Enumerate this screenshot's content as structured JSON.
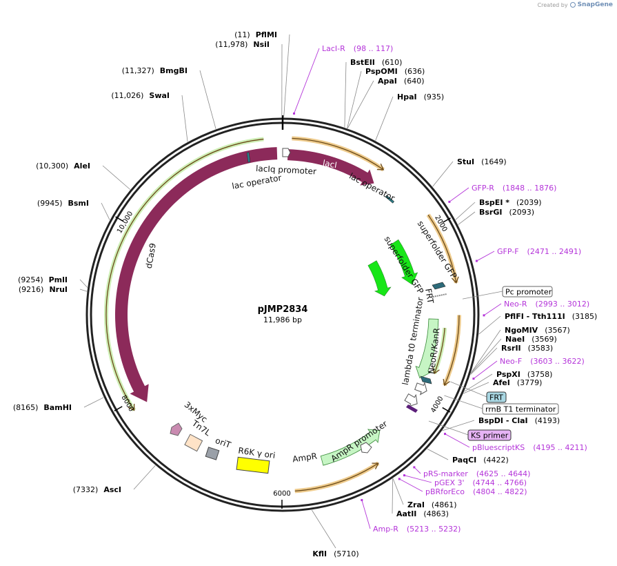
{
  "watermark": {
    "prefix": "Created by",
    "brand": "SnapGene",
    "icon": "snapgene-logo-icon"
  },
  "plasmid": {
    "name": "pJMP2834",
    "size_label": "11,986 bp",
    "length": 11986
  },
  "colors": {
    "backbone": "#000000",
    "primer": "#b434d9",
    "feature_maroon": "#8c2a5a",
    "feature_green": "#17e617",
    "neo_green": "#c6f5c4",
    "ampr_green": "#c6f5c4",
    "r6k_yellow": "#ffff00",
    "orf_orange": "#e0a030",
    "orf_lightgreen": "#a6e27a"
  },
  "ticks": [
    {
      "bp": 2000,
      "label": "2000"
    },
    {
      "bp": 4000,
      "label": "4000"
    },
    {
      "bp": 6000,
      "label": "6000"
    },
    {
      "bp": 8000,
      "label": "8000"
    },
    {
      "bp": 10000,
      "label": "10,000"
    }
  ],
  "sites": [
    {
      "pos": "(11)",
      "name": "PflMI",
      "bp": 11
    },
    {
      "pos": "(11,978)",
      "name": "NsiI",
      "bp": 11978
    },
    {
      "pos": "(11,327)",
      "name": "BmgBI",
      "bp": 11327
    },
    {
      "pos": "(11,026)",
      "name": "SwaI",
      "bp": 11026
    },
    {
      "pos": "(10,300)",
      "name": "AleI",
      "bp": 10300
    },
    {
      "pos": "(9945)",
      "name": "BsmI",
      "bp": 9945
    },
    {
      "pos": "(9254)",
      "name": "PmlI",
      "bp": 9254
    },
    {
      "pos": "(9216)",
      "name": "NruI",
      "bp": 9216
    },
    {
      "pos": "(8165)",
      "name": "BamHI",
      "bp": 8165
    },
    {
      "pos": "(7332)",
      "name": "AscI",
      "bp": 7332
    },
    {
      "pos": "(5710)",
      "name": "KflI",
      "bp": 5710
    },
    {
      "pos": "(4863)",
      "name": "AatII",
      "bp": 4863
    },
    {
      "pos": "(4861)",
      "name": "ZraI",
      "bp": 4861
    },
    {
      "pos": "(4422)",
      "name": "PaqCI",
      "bp": 4422
    },
    {
      "pos": "(4193)",
      "name": "BspDI - ClaI",
      "bp": 4193
    },
    {
      "pos": "(3779)",
      "name": "AfeI",
      "bp": 3779
    },
    {
      "pos": "(3758)",
      "name": "PspXI",
      "bp": 3758
    },
    {
      "pos": "(3583)",
      "name": "RsrII",
      "bp": 3583
    },
    {
      "pos": "(3569)",
      "name": "NaeI",
      "bp": 3569
    },
    {
      "pos": "(3567)",
      "name": "NgoMIV",
      "bp": 3567
    },
    {
      "pos": "(3185)",
      "name": "PflFI - Tth111I",
      "bp": 3185
    },
    {
      "pos": "(2093)",
      "name": "BsrGI",
      "bp": 2093
    },
    {
      "pos": "(2039)",
      "name": "BspEI *",
      "bp": 2039
    },
    {
      "pos": "(1649)",
      "name": "StuI",
      "bp": 1649
    },
    {
      "pos": "(935)",
      "name": "HpaI",
      "bp": 935
    },
    {
      "pos": "(640)",
      "name": "ApaI",
      "bp": 640
    },
    {
      "pos": "(636)",
      "name": "PspOMI",
      "bp": 636
    },
    {
      "pos": "(610)",
      "name": "BstEII",
      "bp": 610
    }
  ],
  "primers": [
    {
      "name": "LacI-R",
      "range": "(98 .. 117)",
      "bp": 108
    },
    {
      "name": "GFP-R",
      "range": "(1848 .. 1876)",
      "bp": 1862
    },
    {
      "name": "GFP-F",
      "range": "(2471 .. 2491)",
      "bp": 2481
    },
    {
      "name": "Neo-R",
      "range": "(2993 .. 3012)",
      "bp": 3002
    },
    {
      "name": "Neo-F",
      "range": "(3603 .. 3622)",
      "bp": 3612
    },
    {
      "name": "pBluescriptKS",
      "range": "(4195 .. 4211)",
      "bp": 4203
    },
    {
      "name": "pRS-marker",
      "range": "(4625 .. 4644)",
      "bp": 4634
    },
    {
      "name": "pGEX 3'",
      "range": "(4744 .. 4766)",
      "bp": 4755
    },
    {
      "name": "pBRforEco",
      "range": "(4804 .. 4822)",
      "bp": 4813
    },
    {
      "name": "Amp-R",
      "range": "(5213 .. 5232)",
      "bp": 5222
    }
  ],
  "boxed_labels": [
    {
      "text": "Pc promoter",
      "bp": 2830
    },
    {
      "text": "FRT",
      "bp": 3720
    },
    {
      "text": "rrnB T1 terminator",
      "bp": 3880
    },
    {
      "text": "KS primer",
      "bp": 4195
    }
  ],
  "features": [
    {
      "name": "lacI"
    },
    {
      "name": "lacIq promoter"
    },
    {
      "name": "lac operator"
    },
    {
      "name": "lac operator"
    },
    {
      "name": "superfolder GFP"
    },
    {
      "name": "superfolder GFP"
    },
    {
      "name": "FRT"
    },
    {
      "name": "NeoR/KanR"
    },
    {
      "name": "lambda t0 terminator"
    },
    {
      "name": "AmpR promoter"
    },
    {
      "name": "AmpR"
    },
    {
      "name": "R6K γ ori"
    },
    {
      "name": "oriT"
    },
    {
      "name": "Tn7L"
    },
    {
      "name": "3xMyc"
    },
    {
      "name": "dCas9"
    }
  ]
}
